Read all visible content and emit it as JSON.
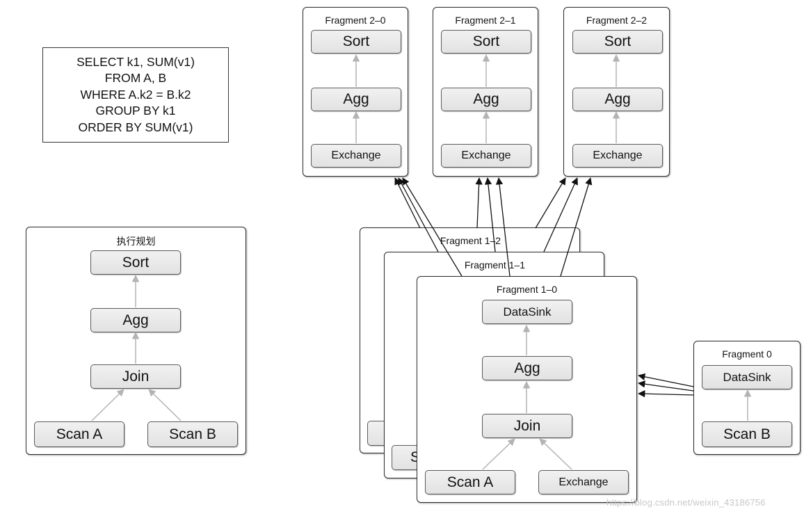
{
  "sql": {
    "lines": [
      "SELECT k1, SUM(v1)",
      "FROM A, B",
      "WHERE A.k2 = B.k2",
      "GROUP BY k1",
      "ORDER BY SUM(v1)"
    ]
  },
  "plan": {
    "title": "执行规划",
    "nodes": [
      "Sort",
      "Agg",
      "Join",
      "Scan A",
      "Scan B"
    ]
  },
  "fragments2": [
    {
      "title": "Fragment 2–0",
      "nodes": [
        "Sort",
        "Agg",
        "Exchange"
      ]
    },
    {
      "title": "Fragment 2–1",
      "nodes": [
        "Sort",
        "Agg",
        "Exchange"
      ]
    },
    {
      "title": "Fragment 2–2",
      "nodes": [
        "Sort",
        "Agg",
        "Exchange"
      ]
    }
  ],
  "fragments1": {
    "back2": {
      "title": "Fragment 1–2"
    },
    "back1": {
      "title": "Fragment 1–1",
      "partial_node": "S"
    },
    "front": {
      "title": "Fragment 1–0",
      "nodes": [
        "DataSink",
        "Agg",
        "Join",
        "Scan A",
        "Exchange"
      ]
    }
  },
  "fragment0": {
    "title": "Fragment 0",
    "nodes": [
      "DataSink",
      "Scan B"
    ]
  },
  "watermark": "https://blog.csdn.net/weixin_43186756",
  "colors": {
    "edge_light": "#b3b3b3",
    "edge_dark": "#111111",
    "node_fill": "#e8e8e8"
  }
}
